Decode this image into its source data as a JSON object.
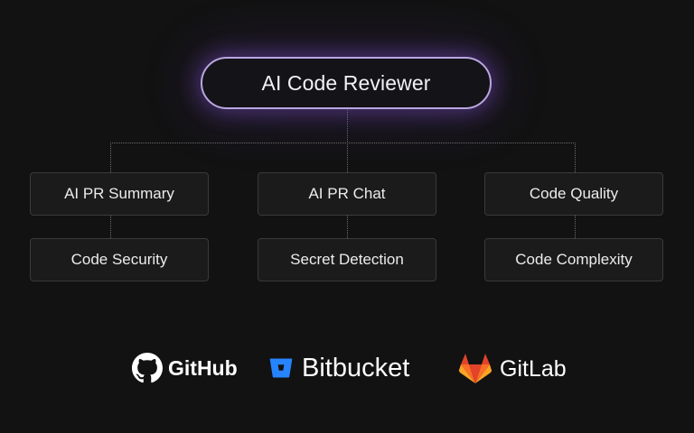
{
  "diagram": {
    "root": {
      "label": "AI Code Reviewer"
    },
    "columns": [
      {
        "top": "AI PR Summary",
        "bottom": "Code Security"
      },
      {
        "top": "AI PR Chat",
        "bottom": "Secret Detection"
      },
      {
        "top": "Code Quality",
        "bottom": "Code Complexity"
      }
    ],
    "colors": {
      "background": "#121212",
      "root_border": "#b9a6e0",
      "root_glow": "#8c5ae6",
      "node_border": "#3a3a3a",
      "connector": "#6b6b6b"
    }
  },
  "logos": [
    {
      "name": "GitHub",
      "icon": "github-icon"
    },
    {
      "name": "Bitbucket",
      "icon": "bitbucket-icon",
      "color": "#2684ff"
    },
    {
      "name": "GitLab",
      "icon": "gitlab-icon",
      "color": "#fc6d26"
    }
  ]
}
